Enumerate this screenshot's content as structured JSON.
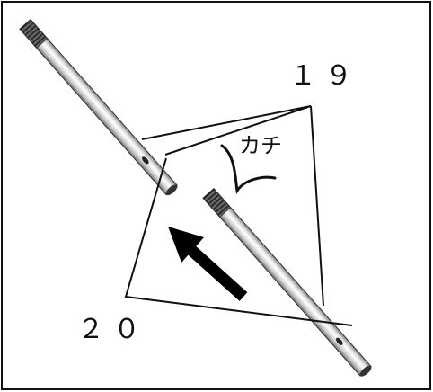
{
  "callouts": {
    "upper": "１９",
    "lower": "２０"
  },
  "annotation": {
    "text": "カチ"
  },
  "colors": {
    "line": "#111111",
    "arrow": "#000000",
    "rod_light": "#ffffff",
    "rod_mid": "#d6d6d6",
    "rod_dark": "#8a8a8a",
    "thread": "#555555"
  }
}
